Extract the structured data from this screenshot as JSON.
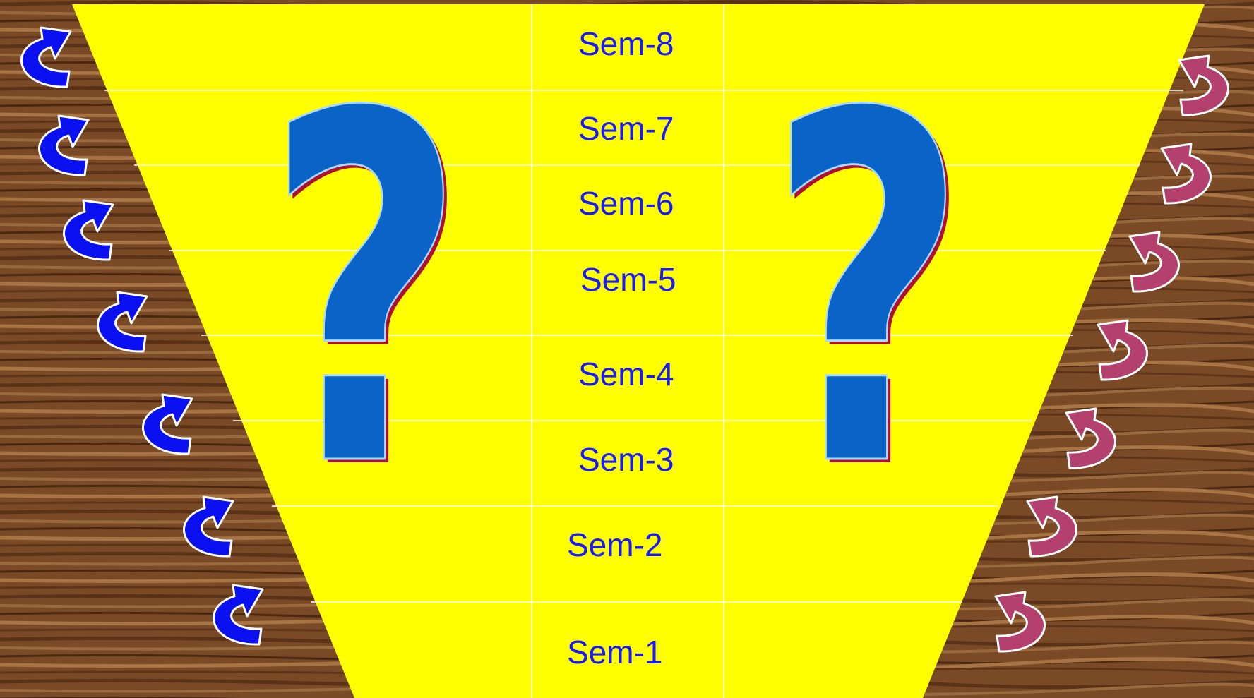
{
  "semesters": [
    {
      "label": "Sem-8"
    },
    {
      "label": "Sem-7"
    },
    {
      "label": "Sem-6"
    },
    {
      "label": "Sem-5"
    },
    {
      "label": "Sem-4"
    },
    {
      "label": "Sem-3"
    },
    {
      "label": "Sem-2"
    },
    {
      "label": "Sem-1"
    }
  ],
  "question_marks": [
    {
      "glyph": "?"
    },
    {
      "glyph": "?"
    }
  ],
  "colors": {
    "funnel": "#ffff00",
    "label_text": "#1a1aff",
    "question_mark": "#0a64c8",
    "question_mark_shadow": "#b01030",
    "left_arrows": "#0a10f0",
    "right_arrows": "#b4406e",
    "wood_dark": "#5a3218",
    "wood_light": "#9a6a3e"
  },
  "icons": {
    "left_spiral": "curved-arrow-up-right-icon",
    "right_spiral": "curved-arrow-up-left-icon",
    "background": "wood-texture"
  }
}
